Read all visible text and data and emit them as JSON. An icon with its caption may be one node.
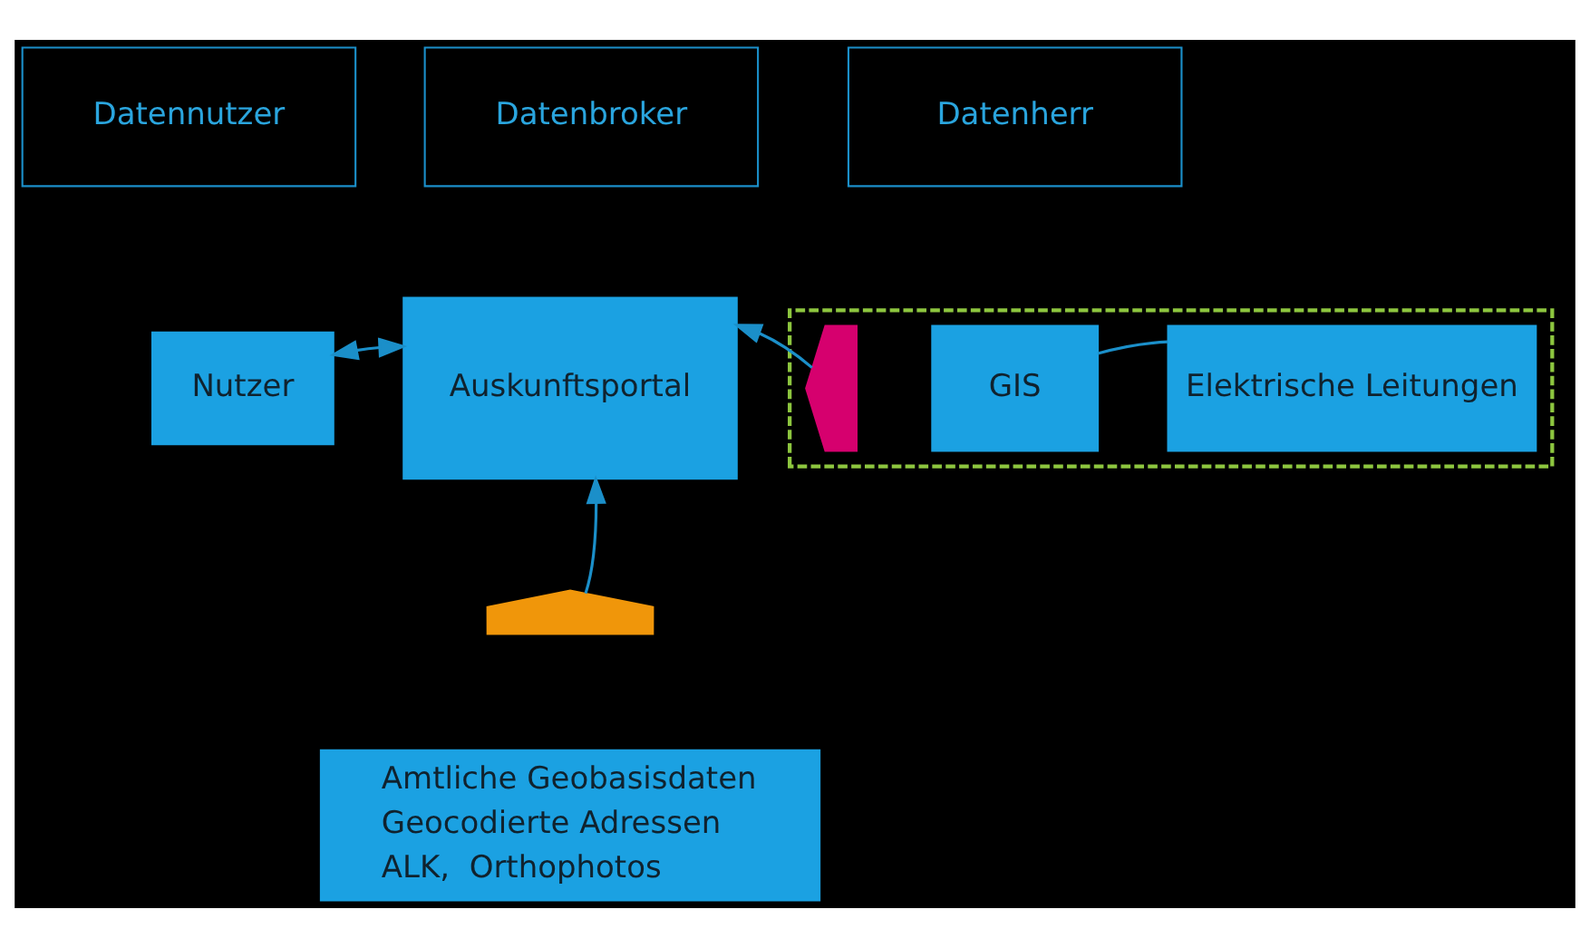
{
  "diagram": {
    "nodes": [
      {
        "text": [
          "Datennutzer"
        ]
      },
      {
        "text": [
          "Datenbroker"
        ]
      },
      {
        "text": [
          "Datenherr"
        ]
      },
      {
        "text": [
          "Nutzer"
        ]
      },
      {
        "text": [
          "Auskunftsportal"
        ]
      },
      {
        "text": [],
        "shape": "box"
      },
      {
        "text": [],
        "shape": "pentagon",
        "in": 5
      },
      {
        "text": [
          "GIS"
        ],
        "in": 5
      },
      {
        "text": [
          "Elektrische Leitungen"
        ],
        "in": 5
      },
      {
        "text": [],
        "shape": "pentagon"
      },
      {
        "text": [
          "Amtliche Geobasisdaten",
          "Geocodierte Adressen",
          "ALK,  Orthophotos"
        ]
      }
    ],
    "edges": [
      {
        "from": 3,
        "to": 4,
        "arrow": "both"
      },
      {
        "from": 6,
        "to": 4,
        "arrow": "to"
      },
      {
        "from": 7,
        "to": 8,
        "arrow": "none"
      },
      {
        "from": 9,
        "to": 4,
        "arrow": "to"
      }
    ]
  }
}
